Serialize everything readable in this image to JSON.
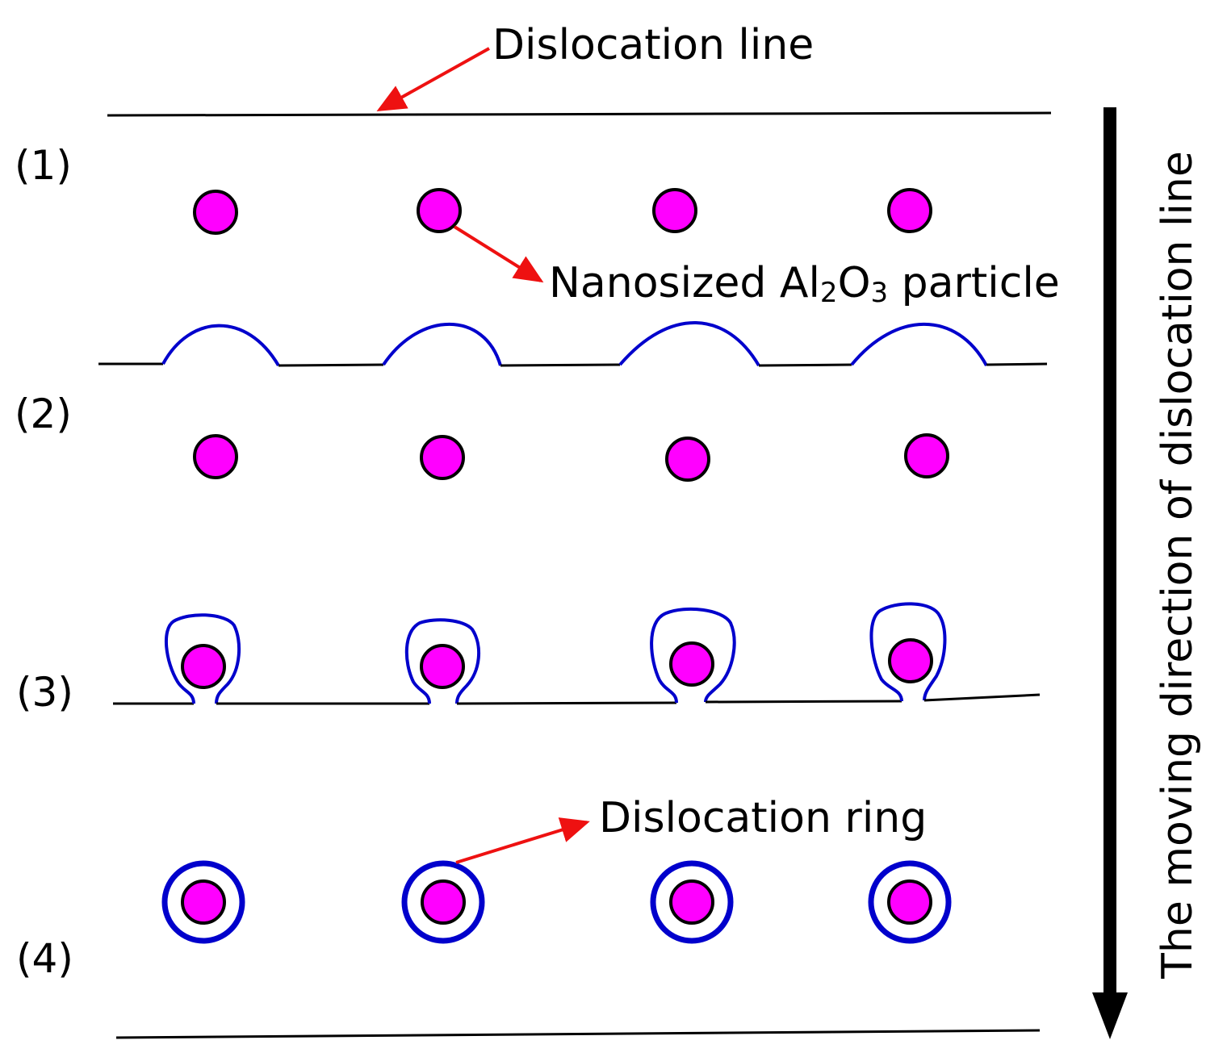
{
  "labels": {
    "dislocation_line": "Dislocation line",
    "particle_prefix": "Nanosized Al",
    "particle_sub1": "2",
    "particle_mid": "O",
    "particle_sub2": "3",
    "particle_suffix": " particle",
    "dislocation_ring": "Dislocation ring",
    "direction": "The moving direction of dislocation line"
  },
  "stages": [
    "(1)",
    "(2)",
    "(3)",
    "(4)"
  ],
  "colors": {
    "particle_fill": "#ff00ff",
    "particle_stroke": "#000000",
    "dislocation_blue": "#0000cc",
    "line": "#000000",
    "arrow_red": "#ee1111"
  }
}
